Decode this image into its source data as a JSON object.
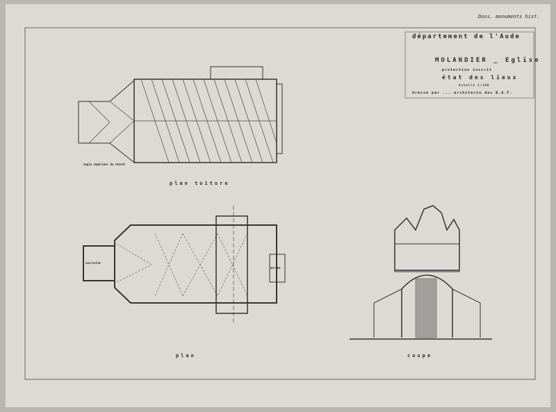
{
  "sheet": {
    "annotation": "Doss. monuments hist.",
    "department": "département de l'Aude",
    "title": "MOLANDIER _ Eglise",
    "protection": "protection inscrit",
    "subtitle": "état des lieux",
    "scale": "échelle 1/100",
    "author": "dressé par ... architecte des B.d.F.",
    "roof_note": "angle supérieur du chevet",
    "labels": {
      "roof_plan": "plan toiture",
      "plan": "plan",
      "section": "coupe",
      "sacristy": "sacristie",
      "porch": "porche"
    }
  }
}
